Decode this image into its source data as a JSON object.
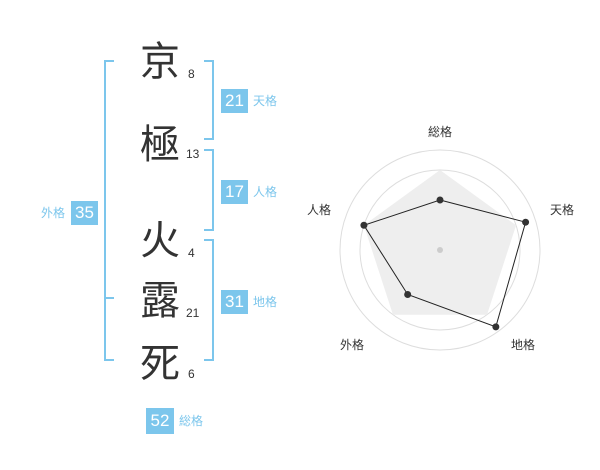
{
  "name_chars": [
    {
      "char": "京",
      "strokes": "8"
    },
    {
      "char": "極",
      "strokes": "13"
    },
    {
      "char": "火",
      "strokes": "4"
    },
    {
      "char": "露",
      "strokes": "21"
    },
    {
      "char": "死",
      "strokes": "6"
    }
  ],
  "fortunes": {
    "tenkaku": {
      "value": "21",
      "label": "天格"
    },
    "jinkaku": {
      "value": "17",
      "label": "人格"
    },
    "chikaku": {
      "value": "31",
      "label": "地格"
    },
    "gaikaku": {
      "value": "35",
      "label": "外格"
    },
    "soukaku": {
      "value": "52",
      "label": "総格"
    }
  },
  "radar": {
    "axes": [
      "総格",
      "天格",
      "地格",
      "外格",
      "人格"
    ],
    "levels": [
      0.5,
      0.9,
      0.95,
      0.55,
      0.8
    ],
    "colors": {
      "fill": "#eeeeee",
      "line": "#222222",
      "ring": "#dddddd",
      "accent": "#7cc6ec"
    }
  }
}
